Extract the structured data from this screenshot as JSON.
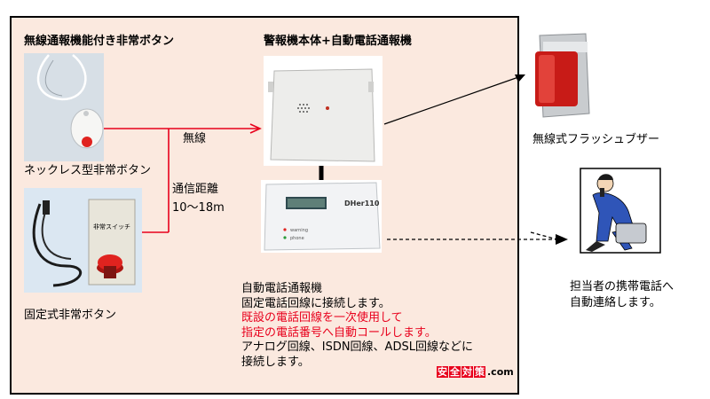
{
  "labels": {
    "wireless_button_title": "無線通報機能付き非常ボタン",
    "alarm_unit_title": "警報機本体+自動電話通報機",
    "necklace_button": "ネックレス型非常ボタン",
    "wireless": "無線",
    "comm_distance": "通信距離",
    "comm_range": "10～18m",
    "fixed_button": "固定式非常ボタン",
    "flash_buzzer": "無線式フラッシュブザー",
    "mobile_line1": "担当者の携帯電話へ",
    "mobile_line2": "自動連絡します。"
  },
  "description": {
    "line1": "自動電話通報機",
    "line2": "固定電話回線に接続します。",
    "line3": "既設の電話回線を一次使用して",
    "line4": "指定の電話番号へ自動コールします。",
    "line5": "アナログ回線、ISDN回線、ADSL回線などに",
    "line6": "接続します。"
  },
  "device": {
    "switch_label": "非常スイッチ",
    "dialer_model": "DHer110",
    "dialer_led1": "warning",
    "dialer_led2": "phone"
  },
  "brand": {
    "chars": [
      "安",
      "全",
      "対",
      "策"
    ],
    "suffix": ".com"
  },
  "colors": {
    "panel_bg": "#fbe9df",
    "accent_red": "#e8001c",
    "border": "#000000"
  }
}
